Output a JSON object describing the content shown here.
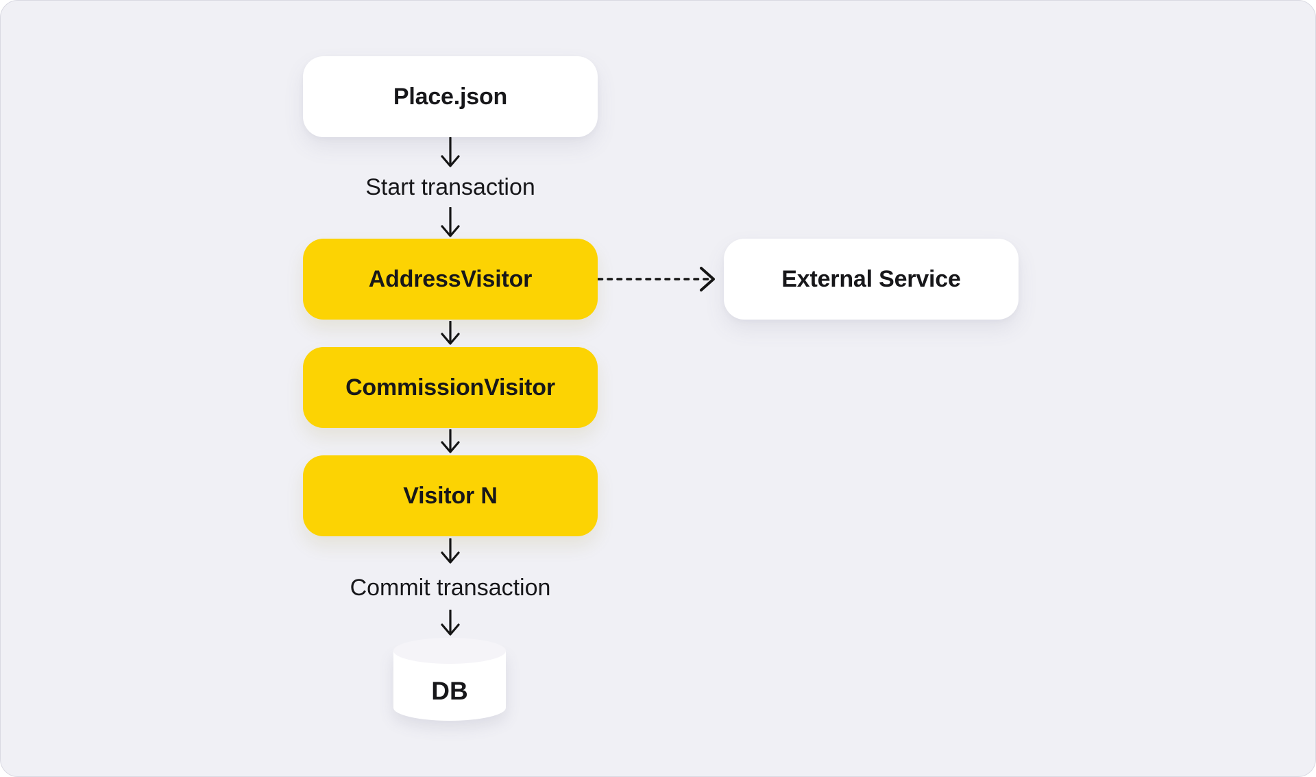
{
  "colors": {
    "page_background": "#ffffff",
    "canvas_background": "#f0f0f5",
    "node_yellow": "#fcd303",
    "node_white": "#ffffff",
    "cylinder_top": "#f5f4f8",
    "text": "#17171a",
    "arrow": "#151515"
  },
  "nodes": {
    "place_json": {
      "label": "Place.json"
    },
    "address_visitor": {
      "label": "AddressVisitor"
    },
    "external_service": {
      "label": "External Service"
    },
    "commission_visitor": {
      "label": "CommissionVisitor"
    },
    "visitor_n": {
      "label": "Visitor N"
    },
    "db": {
      "label": "DB"
    }
  },
  "flow_labels": {
    "start_transaction": "Start transaction",
    "commit_transaction": "Commit transaction"
  },
  "edges": [
    {
      "from": "place_json",
      "to": "start_transaction",
      "style": "solid-arrow-down"
    },
    {
      "from": "start_transaction",
      "to": "address_visitor",
      "style": "solid-arrow-down"
    },
    {
      "from": "address_visitor",
      "to": "external_service",
      "style": "dashed-arrow-right"
    },
    {
      "from": "address_visitor",
      "to": "commission_visitor",
      "style": "solid-arrow-down"
    },
    {
      "from": "commission_visitor",
      "to": "visitor_n",
      "style": "solid-arrow-down"
    },
    {
      "from": "visitor_n",
      "to": "commit_transaction",
      "style": "solid-arrow-down"
    },
    {
      "from": "commit_transaction",
      "to": "db",
      "style": "solid-arrow-down"
    }
  ]
}
